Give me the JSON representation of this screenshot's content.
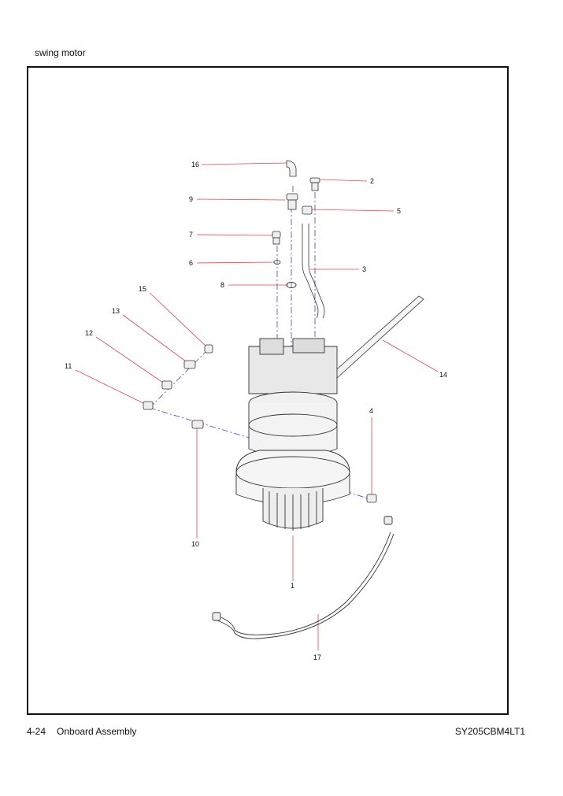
{
  "header": {
    "section_title": "swing motor"
  },
  "footer": {
    "page_number": "4-24",
    "chapter": "Onboard Assembly",
    "model_code": "SY205CBM4LT1"
  },
  "diagram": {
    "callouts": [
      "1",
      "2",
      "3",
      "4",
      "5",
      "6",
      "7",
      "8",
      "9",
      "10",
      "11",
      "12",
      "13",
      "14",
      "15",
      "16",
      "17"
    ],
    "leader_color": "#d9474f",
    "axis_color": "#3b4bd1"
  }
}
